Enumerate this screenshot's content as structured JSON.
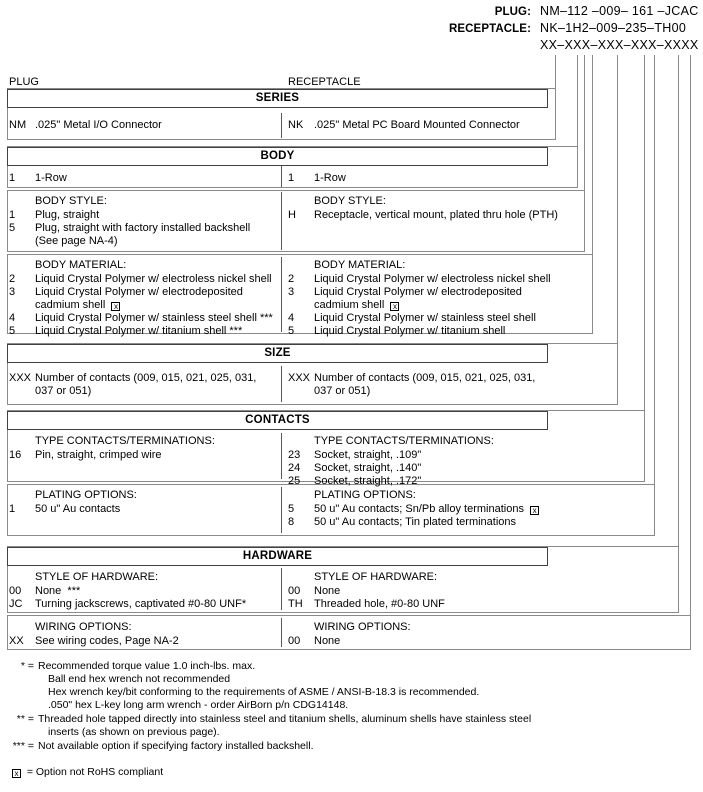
{
  "part_number_mask": {
    "plug_label": "PLUG:",
    "plug_value": "NM–112 –009– 161 –JCAC",
    "receptacle_label": "RECEPTACLE:",
    "receptacle_value": "NK–1H2–009–235–TH00",
    "generic_value": "XX–XXX–XXX–XXX–XXXX"
  },
  "columns": {
    "plug": "PLUG",
    "receptacle": "RECEPTACLE"
  },
  "sections": [
    {
      "title": "SERIES",
      "groups": [
        {
          "plug": {
            "header": "",
            "options": [
              {
                "code": "NM",
                "text": ".025\" Metal I/O Connector"
              }
            ]
          },
          "receptacle": {
            "header": "",
            "options": [
              {
                "code": "NK",
                "text": ".025\" Metal PC Board Mounted Connector"
              }
            ]
          }
        }
      ]
    },
    {
      "title": "BODY",
      "groups": [
        {
          "plug": {
            "header": "",
            "options": [
              {
                "code": "1",
                "text": "1-Row"
              }
            ]
          },
          "receptacle": {
            "header": "",
            "options": [
              {
                "code": "1",
                "text": "1-Row"
              }
            ]
          }
        },
        {
          "plug": {
            "header": "BODY STYLE:",
            "options": [
              {
                "code": "1",
                "text": "Plug, straight"
              },
              {
                "code": "5",
                "text": "Plug, straight with factory installed backshell"
              },
              {
                "code": "",
                "text": "(See page NA-4)"
              }
            ]
          },
          "receptacle": {
            "header": "BODY STYLE:",
            "options": [
              {
                "code": "H",
                "text": "Receptacle, vertical mount, plated thru hole (PTH)"
              }
            ]
          }
        },
        {
          "plug": {
            "header": "BODY MATERIAL:",
            "options": [
              {
                "code": "2",
                "text": "Liquid Crystal Polymer w/ electroless nickel shell"
              },
              {
                "code": "3",
                "text": "Liquid Crystal Polymer w/ electrodeposited"
              },
              {
                "code": "",
                "text": "cadmium shell",
                "rohs": true
              },
              {
                "code": "4",
                "text": "Liquid Crystal Polymer w/ stainless steel shell ***"
              },
              {
                "code": "5",
                "text": "Liquid Crystal Polymer w/ titanium shell ***"
              }
            ]
          },
          "receptacle": {
            "header": "BODY MATERIAL:",
            "options": [
              {
                "code": "2",
                "text": "Liquid Crystal Polymer w/ electroless nickel shell"
              },
              {
                "code": "3",
                "text": "Liquid Crystal Polymer w/ electrodeposited"
              },
              {
                "code": "",
                "text": "cadmium shell",
                "rohs": true
              },
              {
                "code": "4",
                "text": "Liquid Crystal Polymer w/ stainless steel shell"
              },
              {
                "code": "5",
                "text": "Liquid Crystal Polymer w/ titanium shell"
              }
            ]
          }
        }
      ]
    },
    {
      "title": "SIZE",
      "groups": [
        {
          "plug": {
            "header": "",
            "options": [
              {
                "code": "XXX",
                "text": "Number of contacts (009, 015, 021, 025, 031,"
              },
              {
                "code": "",
                "text": "037 or 051)"
              }
            ]
          },
          "receptacle": {
            "header": "",
            "options": [
              {
                "code": "XXX",
                "text": "Number of contacts (009, 015, 021, 025, 031,"
              },
              {
                "code": "",
                "text": "037 or 051)"
              }
            ]
          }
        }
      ]
    },
    {
      "title": "CONTACTS",
      "groups": [
        {
          "plug": {
            "header": "TYPE CONTACTS/TERMINATIONS:",
            "options": [
              {
                "code": "16",
                "text": "Pin, straight, crimped wire"
              }
            ]
          },
          "receptacle": {
            "header": "TYPE CONTACTS/TERMINATIONS:",
            "options": [
              {
                "code": "23",
                "text": "Socket, straight, .109\""
              },
              {
                "code": "24",
                "text": "Socket, straight, .140\""
              },
              {
                "code": "25",
                "text": "Socket, straight, .172\""
              }
            ]
          }
        },
        {
          "plug": {
            "header": "PLATING OPTIONS:",
            "options": [
              {
                "code": "1",
                "text": "50 u\" Au contacts"
              }
            ]
          },
          "receptacle": {
            "header": "PLATING OPTIONS:",
            "options": [
              {
                "code": "5",
                "text": "50 u\" Au contacts; Sn/Pb alloy terminations",
                "rohs": true
              },
              {
                "code": "8",
                "text": "50 u\" Au contacts; Tin plated terminations"
              }
            ]
          }
        }
      ]
    },
    {
      "title": "HARDWARE",
      "groups": [
        {
          "plug": {
            "header": "STYLE OF HARDWARE:",
            "options": [
              {
                "code": "00",
                "text": "None  ***"
              },
              {
                "code": "JC",
                "text": "Turning jackscrews, captivated #0-80 UNF*"
              }
            ]
          },
          "receptacle": {
            "header": "STYLE OF HARDWARE:",
            "options": [
              {
                "code": "00",
                "text": "None"
              },
              {
                "code": "TH",
                "text": "Threaded hole, #0-80 UNF"
              }
            ]
          }
        },
        {
          "plug": {
            "header": "WIRING OPTIONS:",
            "options": [
              {
                "code": "XX",
                "text": "See wiring codes, Page NA-2"
              }
            ]
          },
          "receptacle": {
            "header": "WIRING OPTIONS:",
            "options": [
              {
                "code": "00",
                "text": "None"
              }
            ]
          }
        }
      ]
    }
  ],
  "footnotes": [
    {
      "mark": "* =",
      "lines": [
        "Recommended torque value 1.0 inch-lbs. max.",
        "Ball end hex wrench not recommended",
        "Hex wrench key/bit conforming to the requirements of ASME / ANSI-B-18.3 is recommended.",
        ".050\" hex L-key long arm wrench - order AirBorn p/n CDG14148."
      ]
    },
    {
      "mark": "** =",
      "lines": [
        "Threaded hole tapped directly into stainless steel and titanium shells, aluminum shells have stainless steel",
        "inserts (as shown on previous page)."
      ]
    },
    {
      "mark": "*** =",
      "lines": [
        "Not available option if specifying factory installed backshell."
      ]
    }
  ],
  "rohs_legend": {
    "symbol": "X",
    "text": "= Option not RoHS compliant"
  }
}
